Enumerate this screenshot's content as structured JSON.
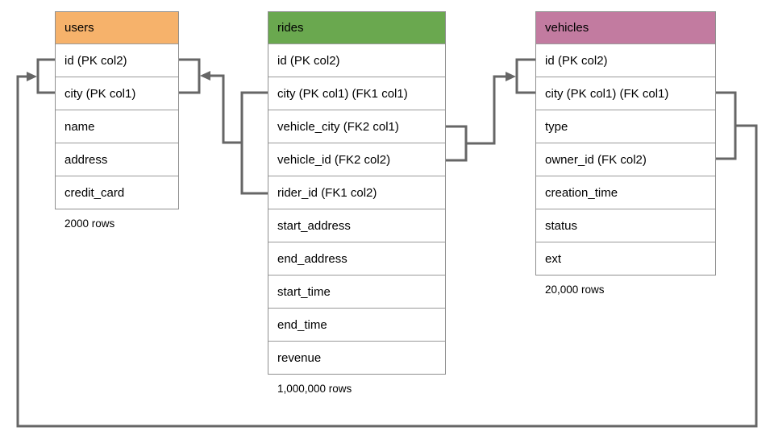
{
  "diagram": {
    "connector_color": "#666666",
    "tables": [
      {
        "id": "users",
        "title": "users",
        "header_color": "#f6b26b",
        "columns": [
          "id (PK col2)",
          "city (PK col1)",
          "name",
          "address",
          "credit_card"
        ],
        "row_count": "2000 rows"
      },
      {
        "id": "rides",
        "title": "rides",
        "header_color": "#6aa84f",
        "columns": [
          "id (PK col2)",
          "city (PK col1) (FK1 col1)",
          "vehicle_city (FK2 col1)",
          "vehicle_id (FK2 col2)",
          "rider_id (FK1 col2)",
          "start_address",
          "end_address",
          "start_time",
          "end_time",
          "revenue"
        ],
        "row_count": "1,000,000 rows"
      },
      {
        "id": "vehicles",
        "title": "vehicles",
        "header_color": "#c27ba0",
        "columns": [
          "id (PK col2)",
          "city (PK col1) (FK col1)",
          "type",
          "owner_id (FK col2)",
          "creation_time",
          "status",
          "ext"
        ],
        "row_count": "20,000 rows"
      }
    ],
    "relationships": [
      "rides (city, rider_id) -> users (id, city)",
      "rides (vehicle_city, vehicle_id) -> vehicles (id, city)",
      "vehicles (city, owner_id) -> users (id, city)"
    ]
  }
}
